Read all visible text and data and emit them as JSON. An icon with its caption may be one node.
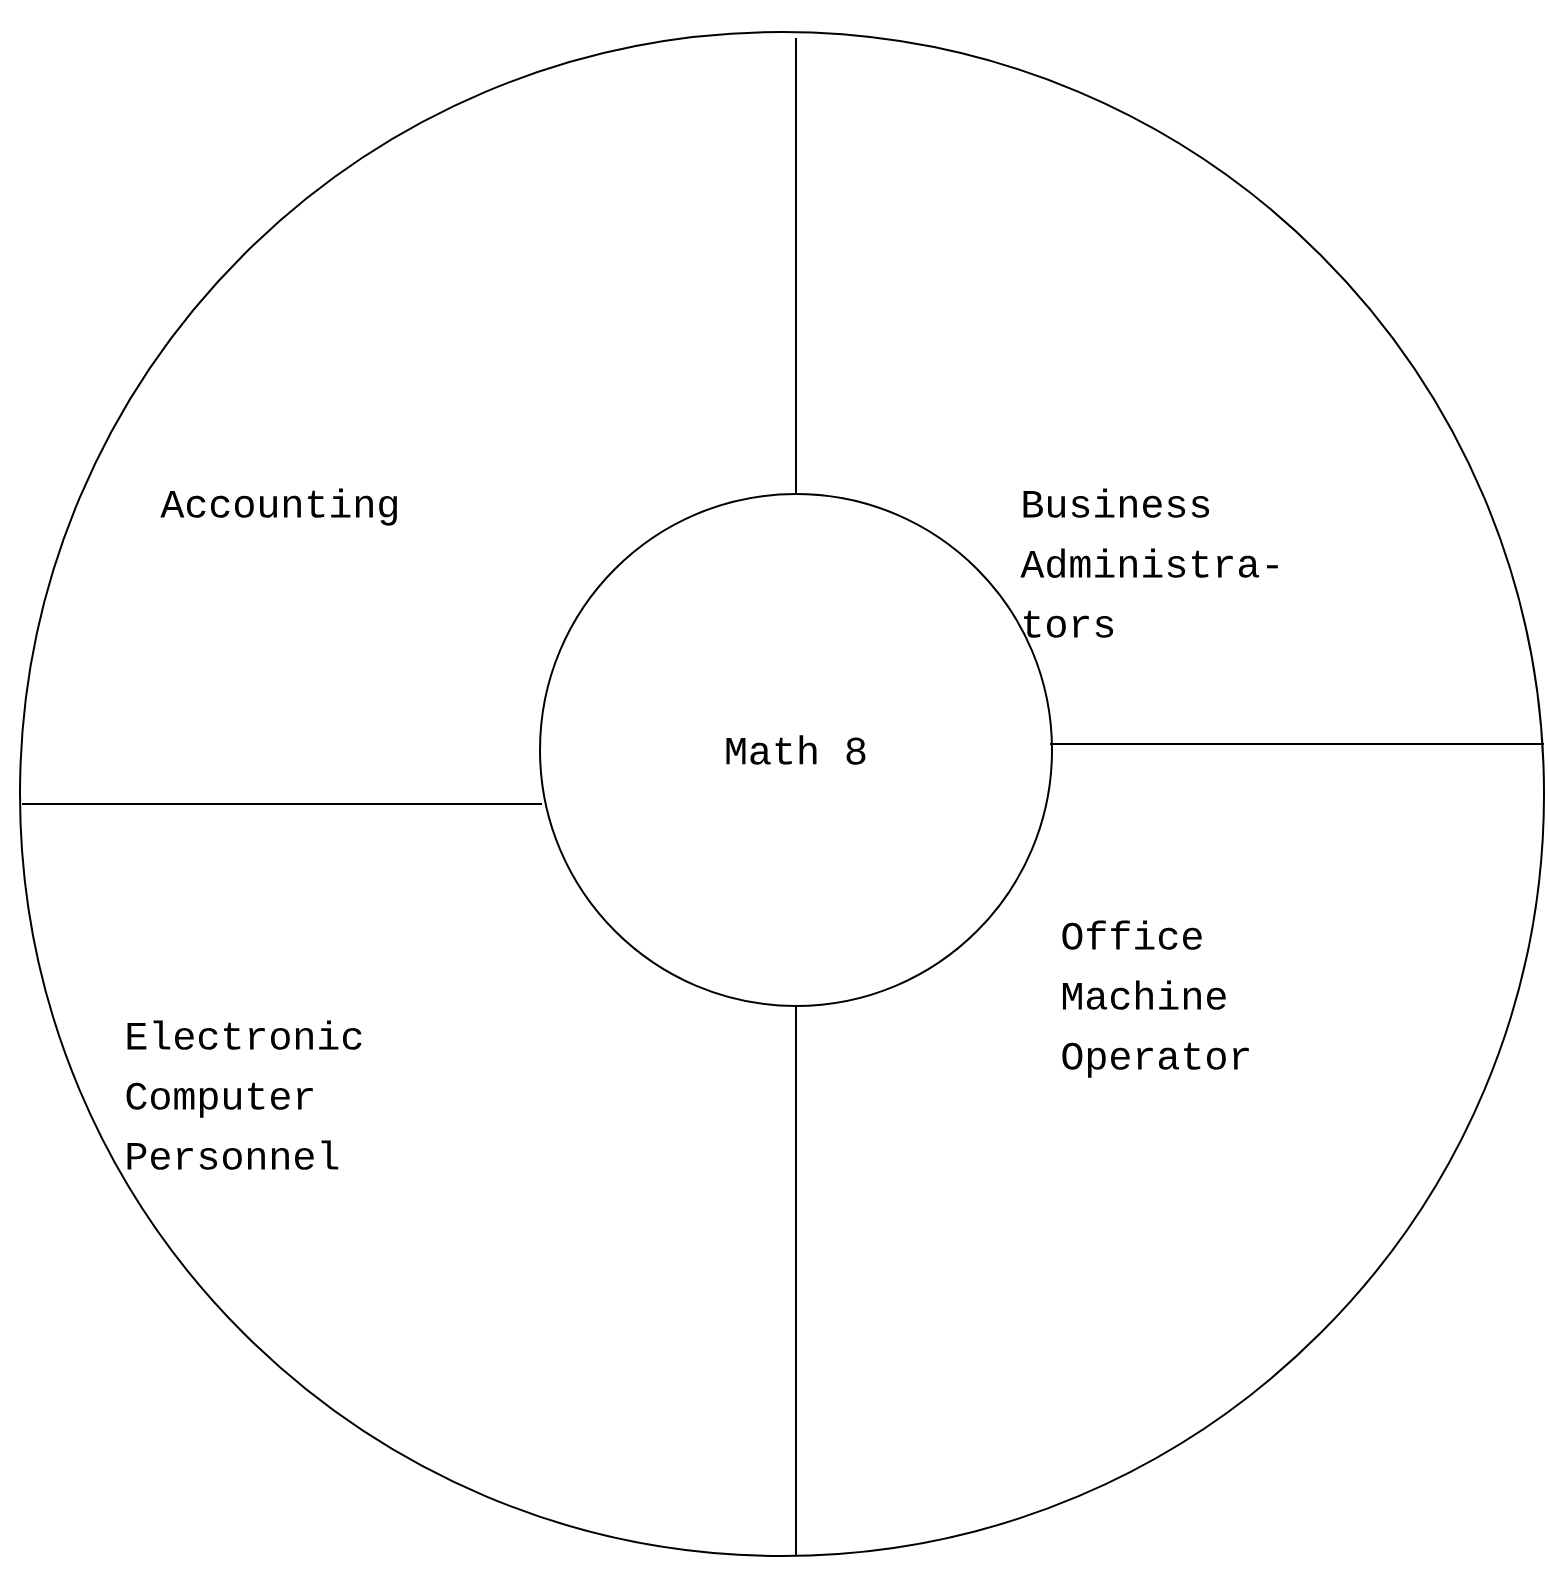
{
  "diagram": {
    "nodes": [
      {
        "text": [],
        "shape": "circle"
      },
      {
        "text": [
          "Math 8"
        ],
        "in": 0
      }
    ],
    "labels": [
      "Accounting",
      "Business Administra- tors",
      "Electronic Computer Personnel",
      "Office Machine Operator"
    ]
  }
}
